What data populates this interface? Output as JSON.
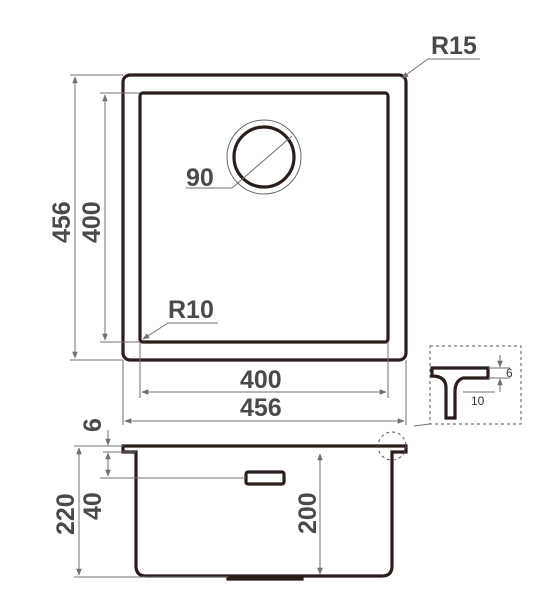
{
  "labels": {
    "top_radius": "R15",
    "inner_radius": "R10",
    "drain_diameter": "90",
    "outer_width": "456",
    "inner_width": "400",
    "outer_height": "456",
    "inner_height": "400",
    "rim_thickness": "6",
    "total_depth": "220",
    "overflow_depth": "40",
    "bowl_depth": "200",
    "detail_height": "6",
    "detail_width": "10"
  },
  "colors": {
    "outline": "#2a1d1a",
    "dimension": "#707070",
    "text": "#4a4a4a"
  }
}
